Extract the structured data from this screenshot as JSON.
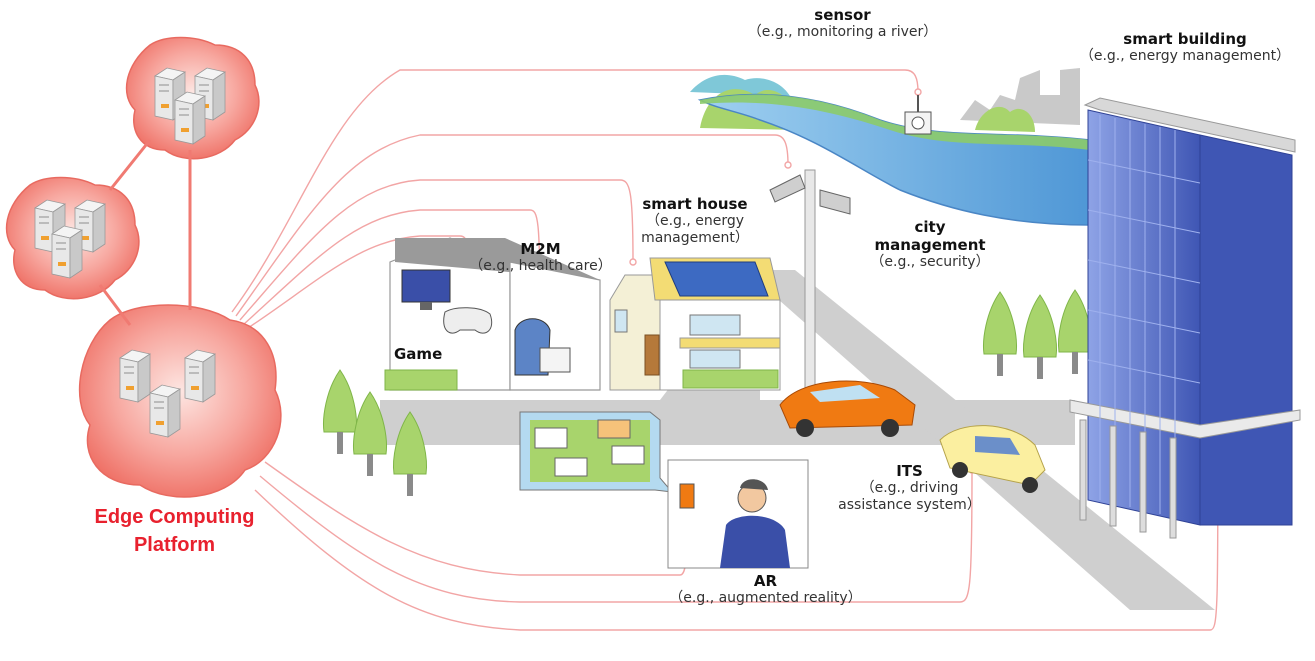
{
  "platform": {
    "line1": "Edge Computing",
    "line2": "Platform"
  },
  "labels": {
    "sensor": {
      "title": "sensor",
      "example": "（e.g., monitoring a river）"
    },
    "smart_building": {
      "title": "smart building",
      "example": "（e.g., energy management）"
    },
    "smart_house": {
      "title": "smart house",
      "example1": "（e.g., energy",
      "example2": "management）"
    },
    "m2m": {
      "title": "M2M",
      "example": "（e.g., health care）"
    },
    "city": {
      "title1": "city",
      "title2": "management",
      "example": "（e.g., security）"
    },
    "game": {
      "title": "Game"
    },
    "its": {
      "title": "ITS",
      "example1": "（e.g., driving",
      "example2": "assistance system）"
    },
    "ar": {
      "title": "AR",
      "example": "（e.g., augmented reality）"
    }
  },
  "colors": {
    "platform_text": "#e8212e",
    "link_lines": "#f29a9a",
    "cloud_fill": "#f27c72",
    "building": "#5d72c8",
    "river": "#7cb6e6",
    "road": "#cfcfcf",
    "tree": "#9ccf62",
    "car_orange": "#f07a12",
    "car_yellow": "#fbefa0"
  }
}
